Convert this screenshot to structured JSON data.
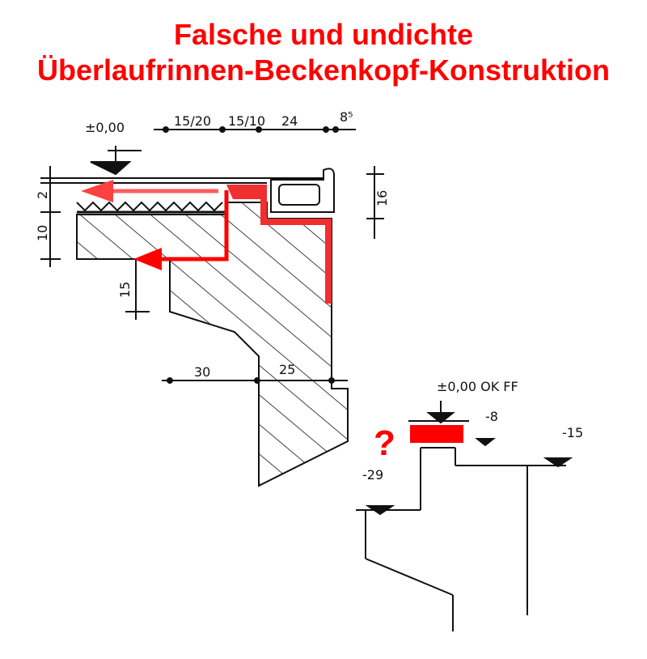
{
  "title": {
    "line1": "Falsche und undichte",
    "line2": "Überlaufrinnen-Beckenkopf-Konstruktion"
  },
  "section_drawing": {
    "level_label": "±0,00",
    "top_dimensions": [
      "15/20",
      "15/10",
      "24",
      "8⁵"
    ],
    "right_dimension": "16",
    "left_dimensions": [
      "2",
      "10"
    ],
    "lower_dimension": "15",
    "bottom_dimensions": [
      "30",
      "25"
    ]
  },
  "level_sketch": {
    "top_level": "±0,00 OK FF",
    "levels": [
      "-8",
      "-15",
      "-29"
    ],
    "question_mark": "?"
  },
  "colors": {
    "accent": "#ff0000",
    "sealant": "#f03030",
    "ink": "#111111"
  }
}
